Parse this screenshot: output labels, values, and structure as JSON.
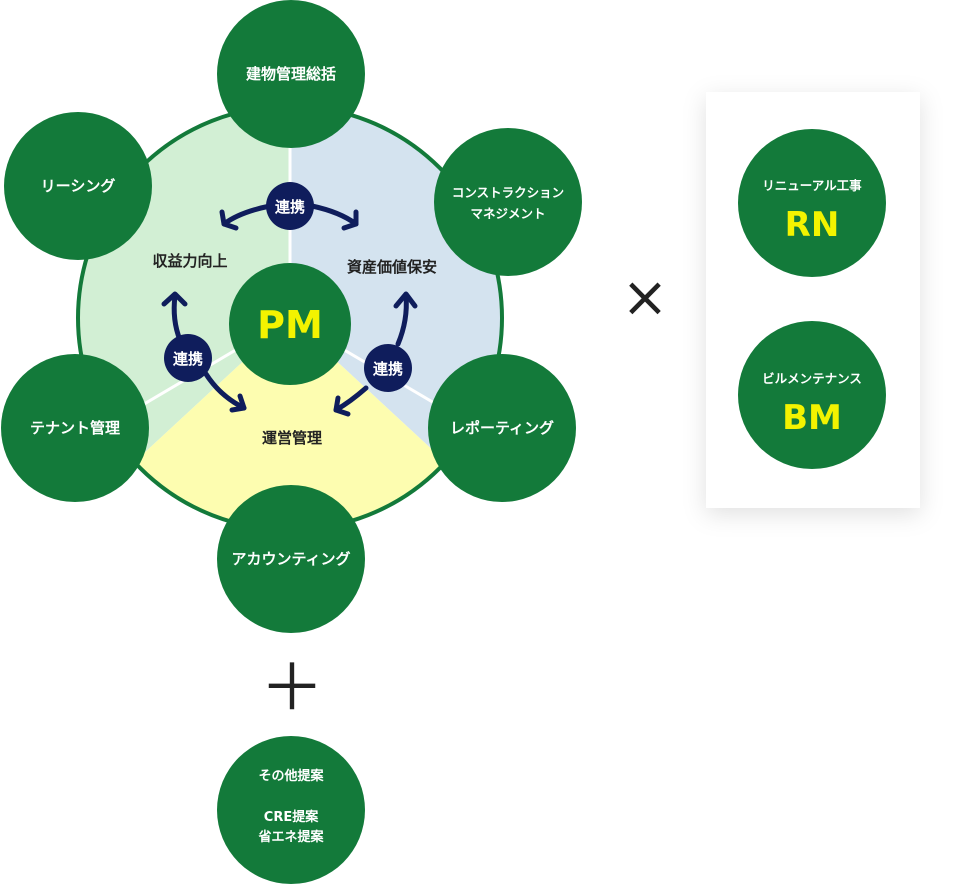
{
  "colors": {
    "satellite_green": "#137a3a",
    "center_green": "#137a3a",
    "badge_navy": "#0f1d5c",
    "accent_yellow": "#f3f300",
    "region_left": "#d2efd4",
    "region_right": "#d4e3ef",
    "region_bottom": "#fdfdb0"
  },
  "center": {
    "label": "PM"
  },
  "regions": {
    "left": "収益力向上",
    "right": "資産価値保安",
    "bottom": "運営管理"
  },
  "badges": [
    "連携",
    "連携",
    "連携"
  ],
  "satellites": {
    "top": "建物管理総括",
    "top_left": "リーシング",
    "top_right_line1": "コンストラクション",
    "top_right_line2": "マネジメント",
    "bottom_left": "テナント管理",
    "bottom_right": "レポーティング",
    "bottom": "アカウンティング"
  },
  "operators": {
    "times": "×",
    "plus": "＋"
  },
  "side_panel": {
    "items": [
      {
        "label": "リニューアル工事",
        "abbr": "RN"
      },
      {
        "label": "ビルメンテナンス",
        "abbr": "BM"
      }
    ]
  },
  "other": {
    "line1": "その他提案",
    "line2": "CRE提案",
    "line3": "省エネ提案"
  }
}
